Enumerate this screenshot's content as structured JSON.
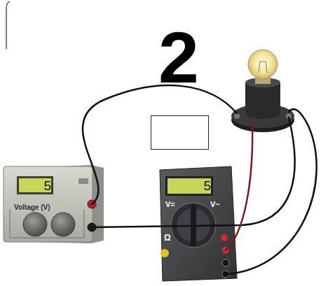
{
  "diagram": {
    "labels": [
      "2",
      "5",
      "Voltage (V)",
      "5",
      "V=",
      "V~",
      "Ω"
    ]
  }
}
